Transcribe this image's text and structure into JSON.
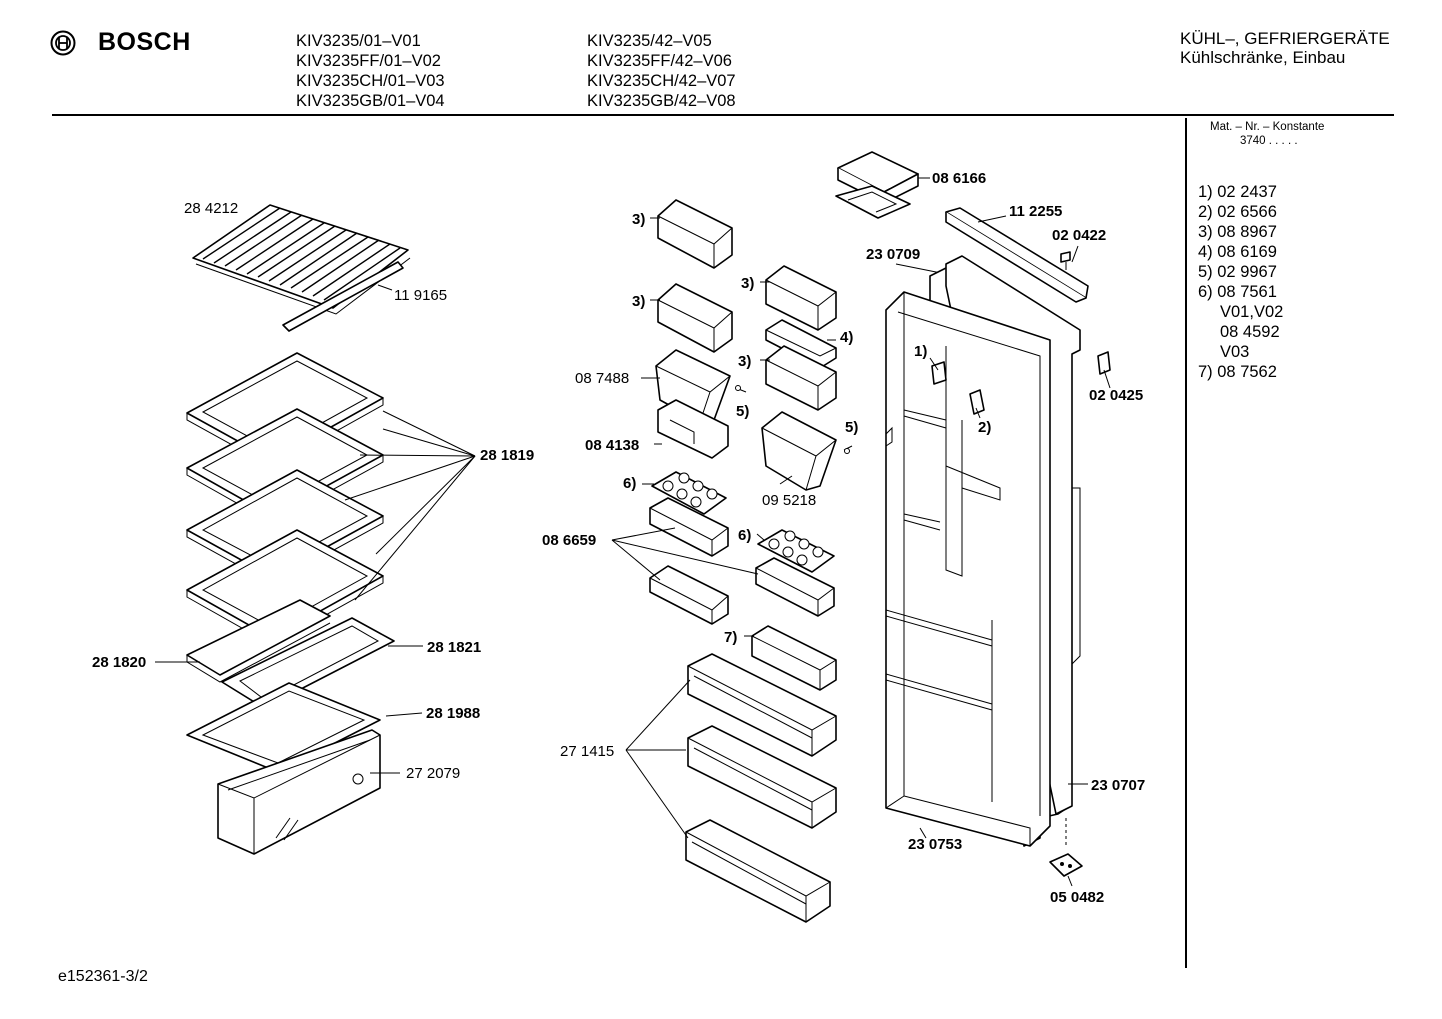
{
  "brand": "BOSCH",
  "models_col1": [
    "KIV3235/01–V01",
    "KIV3235FF/01–V02",
    "KIV3235CH/01–V03",
    "KIV3235GB/01–V04"
  ],
  "models_col2": [
    "KIV3235/42–V05",
    "KIV3235FF/42–V06",
    "KIV3235CH/42–V07",
    "KIV3235GB/42–V08"
  ],
  "category": {
    "line1": "KÜHL–, GEFRIERGERÄTE",
    "line2": "Kühlschränke, Einbau"
  },
  "konstante": {
    "label": "Mat. – Nr. – Konstante",
    "value": "3740  .  .  .  .  ."
  },
  "legend": [
    "1)  02 2437",
    "2)  02 6566",
    "3)  08 8967",
    "4)  08 6169",
    "5)  02 9967",
    "6)  08 7561",
    "V01,V02",
    "08 4592",
    "V03",
    "7)  08 7562"
  ],
  "footer": "e152361-3/2",
  "labels": {
    "p284212": "28 4212",
    "p119165": "11 9165",
    "p281819": "28 1819",
    "p281820": "28 1820",
    "p281821": "28 1821",
    "p281988": "28 1988",
    "p272079": "27 2079",
    "p086166": "08 6166",
    "p112255": "11 2255",
    "p020422": "02 0422",
    "p230709": "23 0709",
    "p087488": "08 7488",
    "p084138": "08 4138",
    "p095218": "09 5218",
    "p086659": "08 6659",
    "p271415": "27 1415",
    "p020425": "02 0425",
    "p230707": "23 0707",
    "p230753": "23 0753",
    "p050482": "05 0482",
    "r3a": "3)",
    "r3b": "3)",
    "r3c": "3)",
    "r3d": "3)",
    "r4": "4)",
    "r5a": "5)",
    "r5b": "5)",
    "r6a": "6)",
    "r6b": "6)",
    "r7": "7)",
    "r1": "1)",
    "r2": "2)"
  }
}
